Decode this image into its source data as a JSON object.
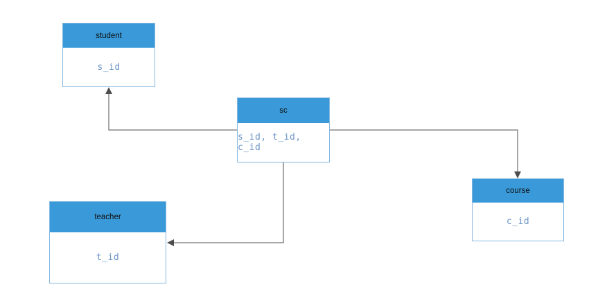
{
  "diagram": {
    "entities": [
      {
        "id": "student",
        "title": "student",
        "attributes": "s_id"
      },
      {
        "id": "sc",
        "title": "sc",
        "attributes": "s_id, t_id, c_id"
      },
      {
        "id": "teacher",
        "title": "teacher",
        "attributes": "t_id"
      },
      {
        "id": "course",
        "title": "course",
        "attributes": "c_id"
      }
    ],
    "connectors": [
      {
        "from": "sc",
        "to": "student"
      },
      {
        "from": "sc",
        "to": "teacher"
      },
      {
        "from": "sc",
        "to": "course"
      }
    ]
  },
  "colors": {
    "header_blue": "#3a9ad9",
    "border_blue": "#84b7e0",
    "attr_text": "#6e96c8",
    "connector": "#4d4d4d",
    "canvas_bg": "#ffffff"
  }
}
